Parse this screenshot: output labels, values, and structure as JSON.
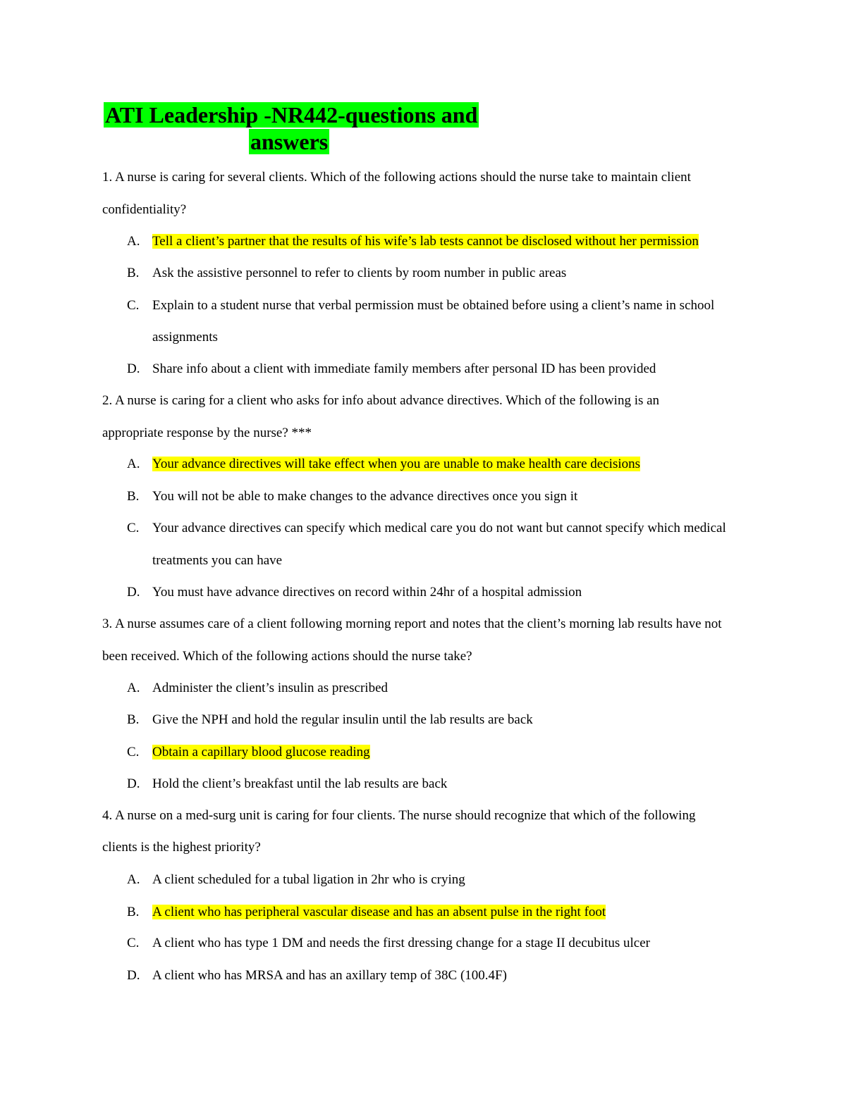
{
  "title": {
    "line1": "ATI Leadership -NR442-questions and ",
    "line2": "answers"
  },
  "colors": {
    "title_highlight": "#00ff00",
    "answer_highlight": "#ffff00"
  },
  "questions": [
    {
      "number": "1.",
      "line1": "A nurse is caring for several clients. Which of the following actions should the nurse take to maintain client",
      "line2": "confidentiality?",
      "options": [
        {
          "letter": "A.",
          "text": "Tell a client’s partner that the results of his wife’s lab tests cannot be disclosed without her permission",
          "correct": true
        },
        {
          "letter": "B.",
          "text": "Ask the assistive personnel to refer to clients by room number in public areas",
          "correct": false
        },
        {
          "letter": "C.",
          "text": "Explain to a student nurse that verbal permission must be obtained before using a client’s name in school",
          "text2": "assignments",
          "correct": false
        },
        {
          "letter": "D.",
          "text": "Share info about a client with immediate family members after personal ID has been provided",
          "correct": false
        }
      ]
    },
    {
      "number": "2.",
      "line1": "A nurse is caring for a client who asks for info about advance directives. Which of the following is an",
      "line2": "appropriate response by the nurse? ***",
      "options": [
        {
          "letter": "A.",
          "text": "Your advance directives will take effect when you are unable to make health care decisions",
          "correct": true
        },
        {
          "letter": "B.",
          "text": "You will not be able to make changes to the advance directives once you sign it",
          "correct": false
        },
        {
          "letter": "C.",
          "text": "Your advance directives can specify which medical care you do not want but cannot specify which medical",
          "text2": "treatments you can have",
          "correct": false
        },
        {
          "letter": "D.",
          "text": "You must have advance directives on record within 24hr of a hospital admission",
          "correct": false
        }
      ]
    },
    {
      "number": "3.",
      "line1": "A nurse assumes care of a client following morning report and notes that the client’s morning lab results have not",
      "line2": "been received.  Which of the following actions should the nurse take?",
      "options": [
        {
          "letter": "A.",
          "text": "Administer the client’s insulin as prescribed",
          "correct": false
        },
        {
          "letter": "B.",
          "text": "Give the NPH and hold the regular insulin until the lab results are back",
          "correct": false
        },
        {
          "letter": "C.",
          "text": "Obtain a capillary blood glucose reading",
          "correct": true
        },
        {
          "letter": "D.",
          "text": "Hold the client’s breakfast until the lab results are back",
          "correct": false
        }
      ]
    },
    {
      "number": "4.",
      "line1": "A nurse on a med-surg unit is caring for four clients. The nurse should recognize that which of the following",
      "line2": "clients is the highest priority?",
      "options": [
        {
          "letter": "A.",
          "text": "A client scheduled for a tubal ligation in 2hr who is crying",
          "correct": false
        },
        {
          "letter": "B.",
          "text": "A client who has peripheral vascular disease and has an absent pulse in the right foot",
          "correct": true
        },
        {
          "letter": "C.",
          "text": "A client who has type 1 DM and needs the first dressing change for a stage II decubitus ulcer",
          "correct": false
        },
        {
          "letter": "D.",
          "text": "A client who has MRSA and has an axillary temp of 38C (100.4F)",
          "correct": false
        }
      ]
    }
  ]
}
